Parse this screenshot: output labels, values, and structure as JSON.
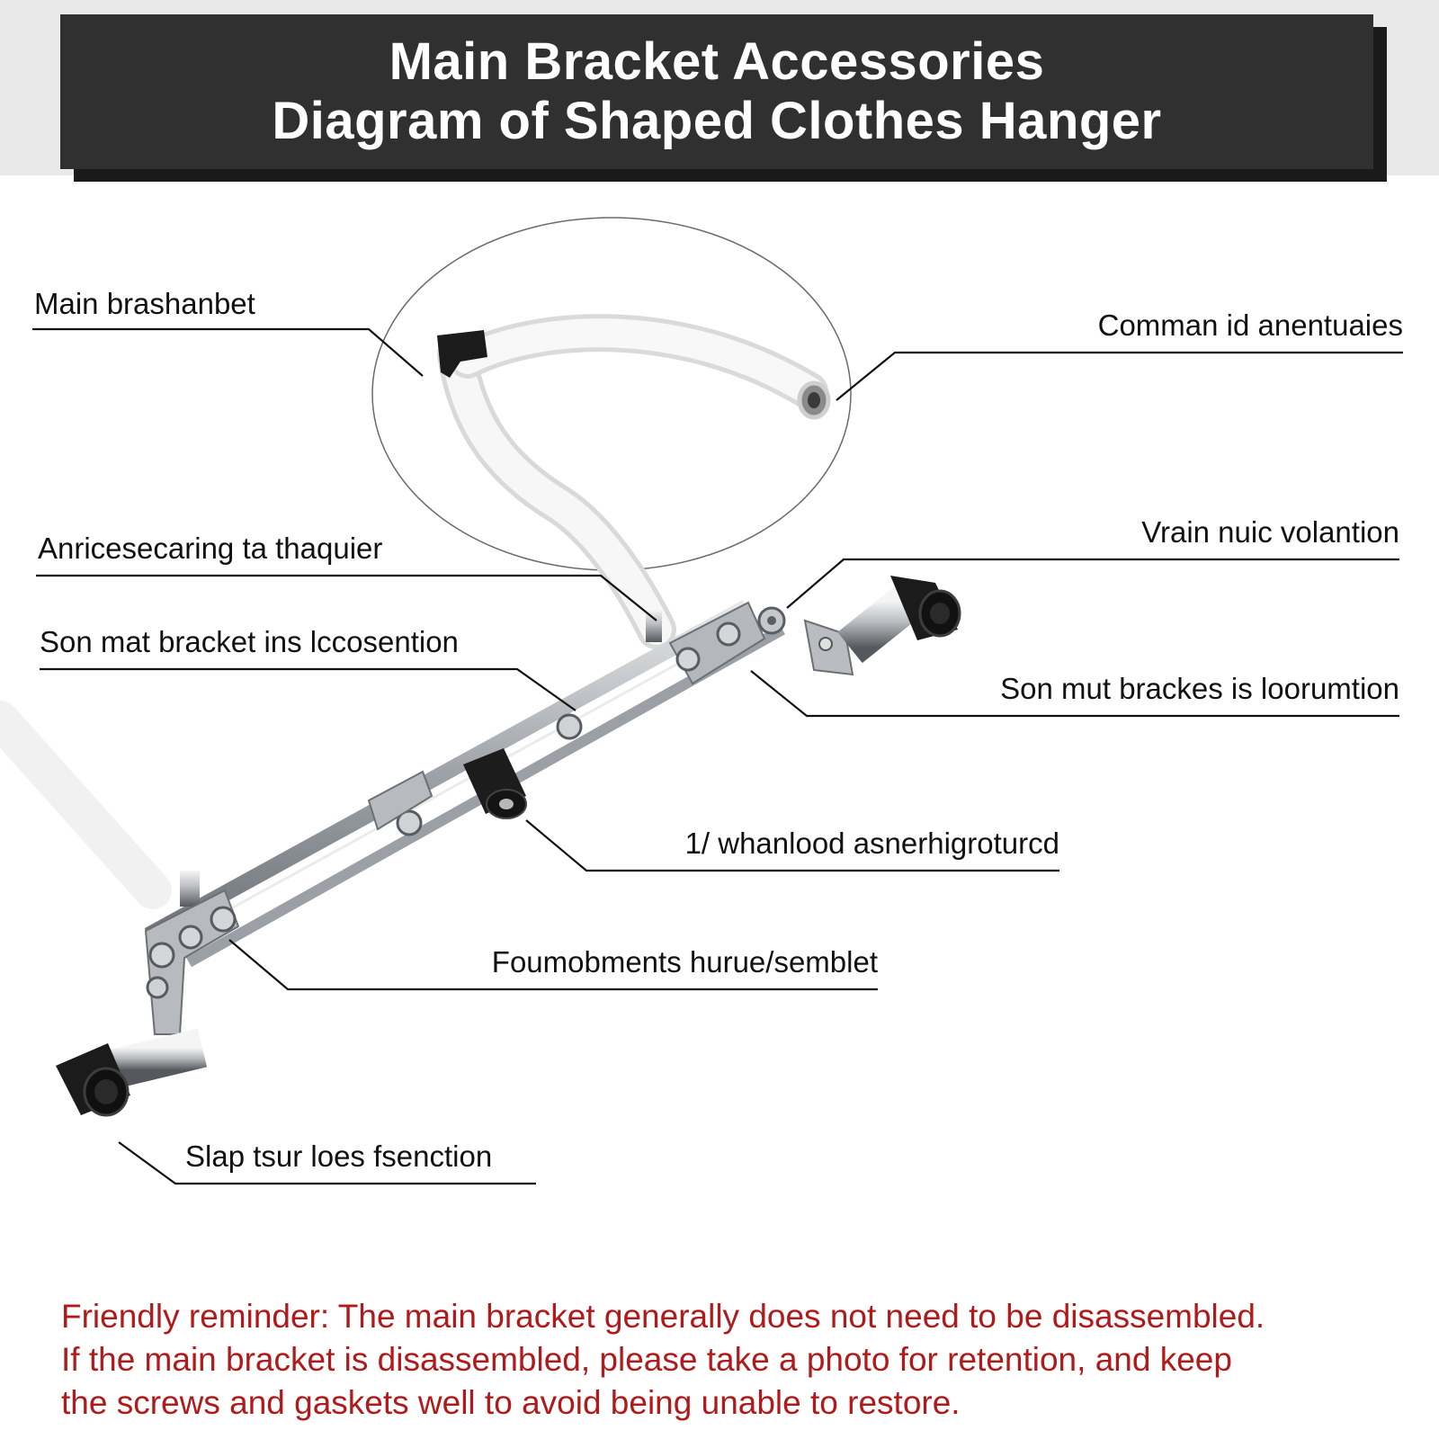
{
  "title": {
    "line1": "Main Bracket Accessories",
    "line2": "Diagram of Shaped Clothes Hanger"
  },
  "labels": {
    "main_bracket": "Main brashanbet",
    "accessory_bearing": "Anricesecaring ta thaquier",
    "son_mat_bracket": "Son mat bracket ins lccosention",
    "command_accessories": "Comman id anentuaies",
    "main_nut_location": "Vrain nuic volantion",
    "son_mut_brackets": "Son mut brackes is loorumtion",
    "wheel_connector": "1/ whanlood asnerhigroturcd",
    "components_hardware": "Foumobments hurue/semblet",
    "slap_tsur_loes": "Slap tsur loes fsenction"
  },
  "reminder": {
    "line1": "Friendly reminder: The main bracket generally does not need to be disassembled.",
    "line2": "If the main bracket is disassembled, please take a photo for retention, and keep",
    "line3": "the screws and gaskets well to avoid being unable to restore."
  },
  "colors": {
    "title_bg": "#303030",
    "reminder_text": "#b01a1a",
    "leader_lines": "#111111",
    "tube": "#f2f2f2",
    "metal": "#a9adb3",
    "rubber_cap": "#1b1b1b"
  }
}
